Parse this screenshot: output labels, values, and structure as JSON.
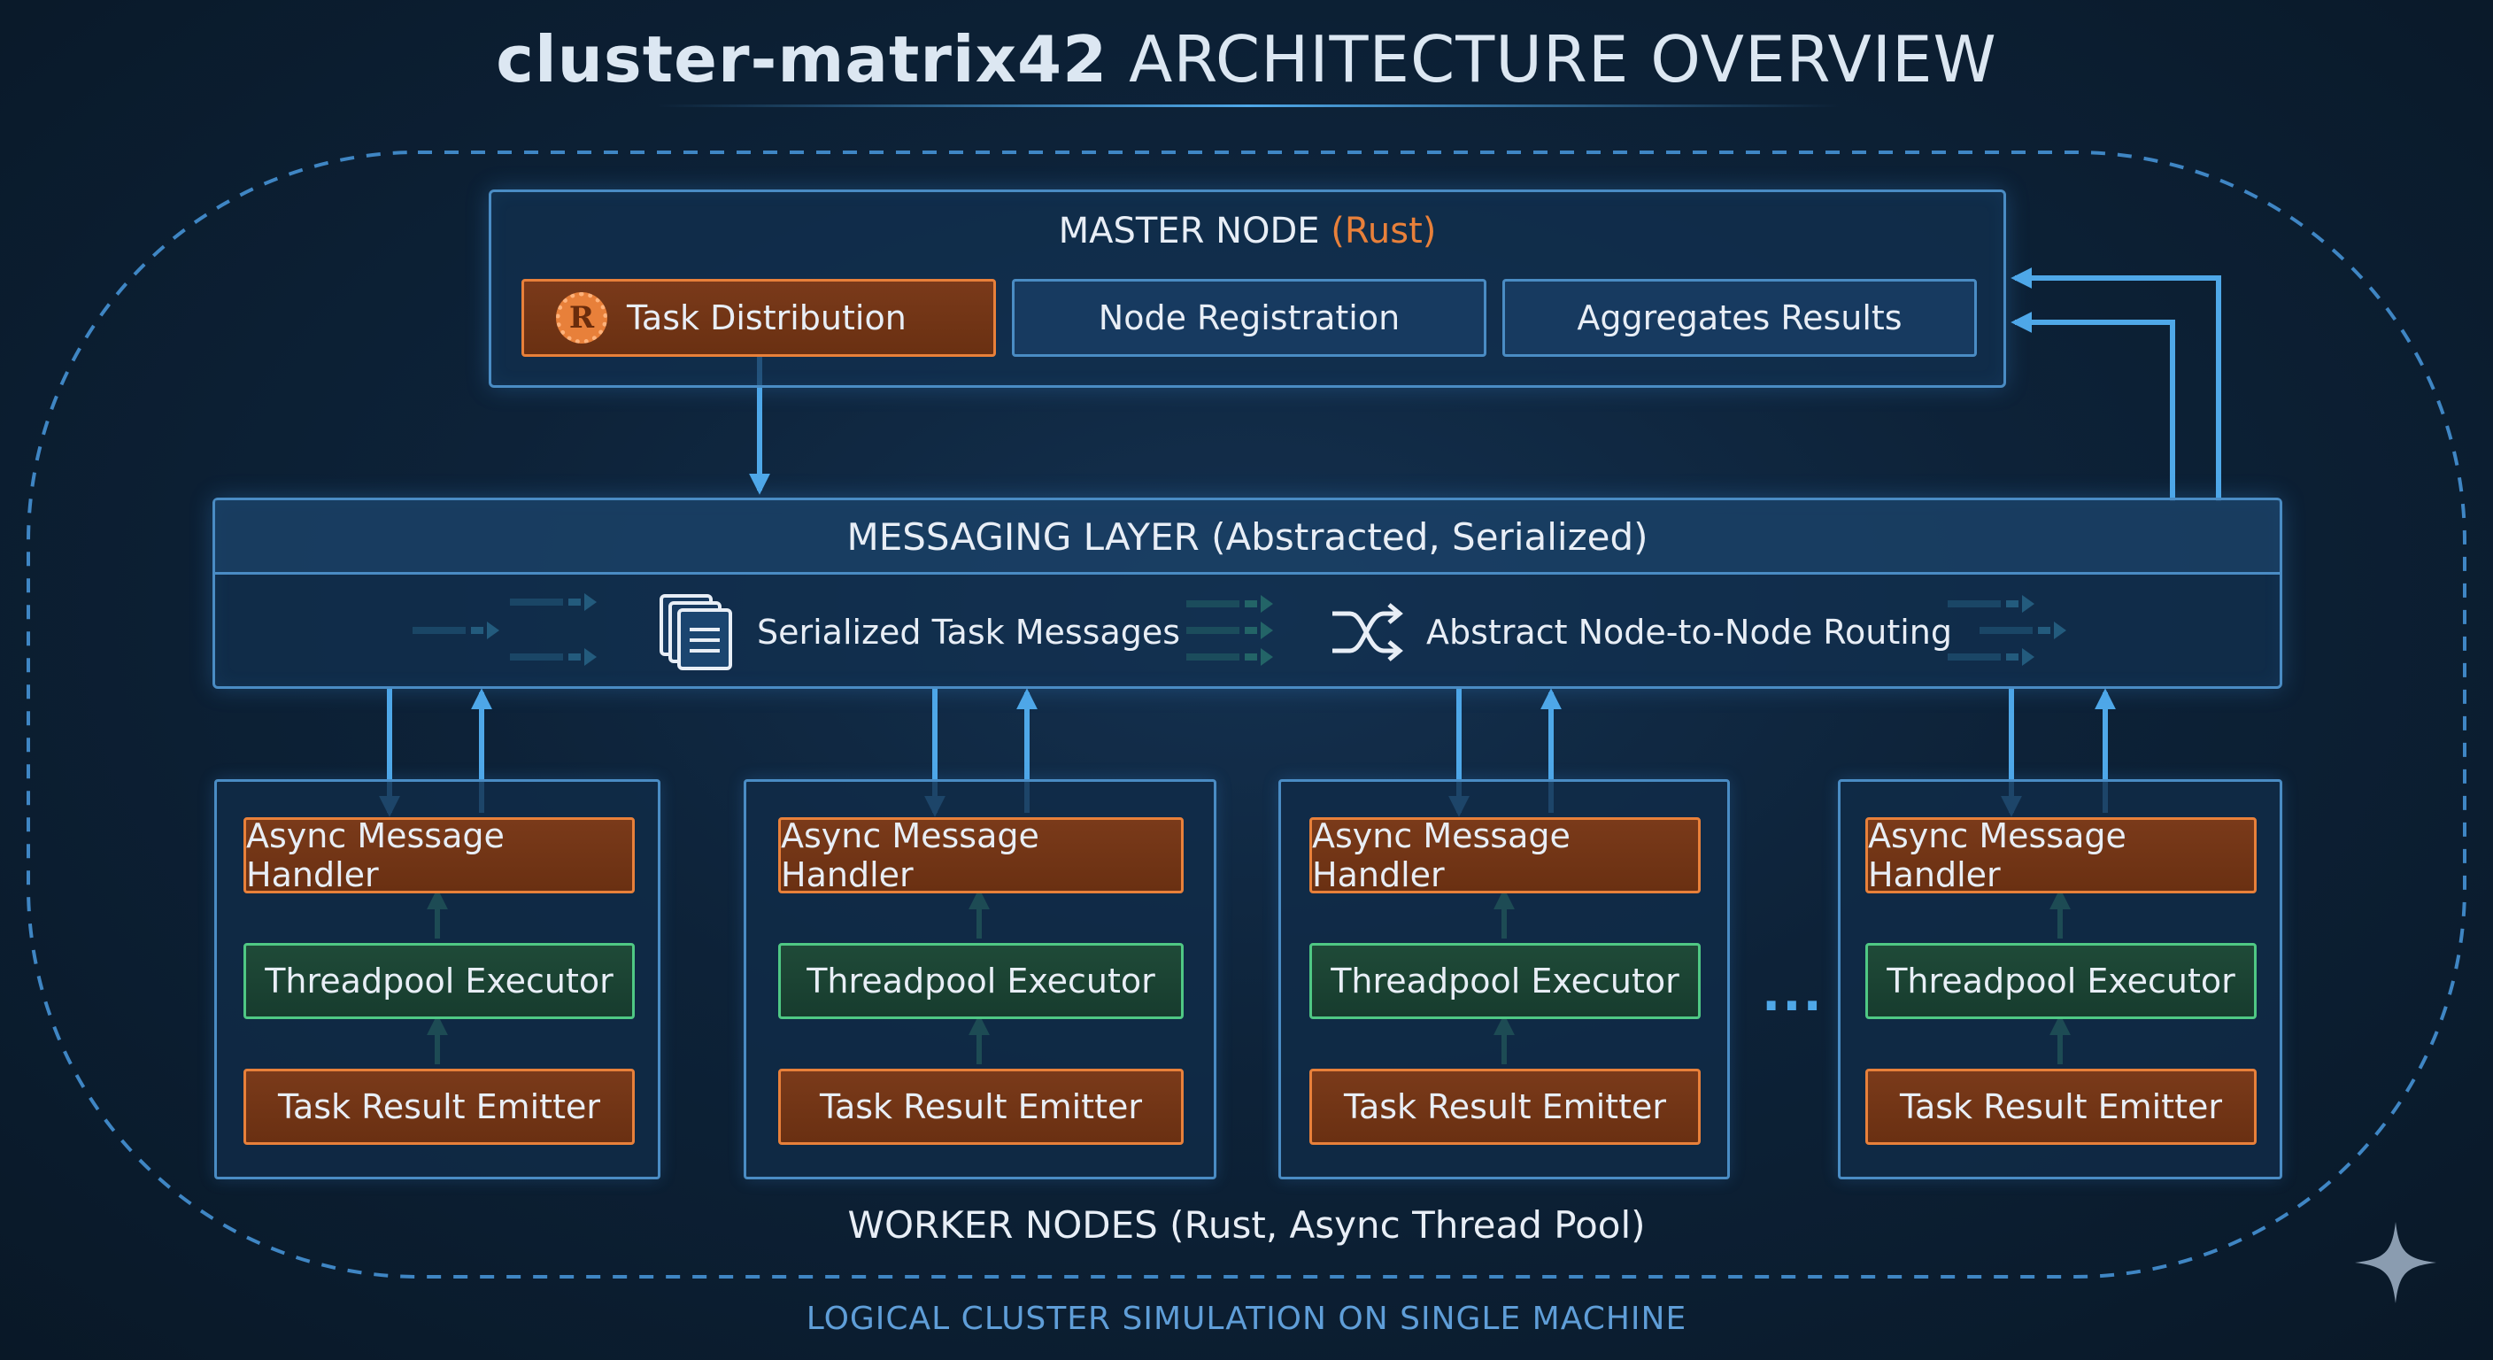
{
  "title": {
    "bold": "cluster-matrix42",
    "rest": "ARCHITECTURE OVERVIEW"
  },
  "master": {
    "title": "MASTER NODE",
    "title_accent": "(Rust)",
    "buttons": [
      "Task Distribution",
      "Node Registration",
      "Aggregates Results"
    ]
  },
  "messaging": {
    "title": "MESSAGING LAYER (Abstracted, Serialized)",
    "item1": "Serialized Task Messages",
    "item2": "Abstract Node-to-Node Routing"
  },
  "workers": [
    {
      "handler": "Async Message Handler",
      "executor": "Threadpool Executor",
      "emitter": "Task Result Emitter"
    },
    {
      "handler": "Async Message Handler",
      "executor": "Threadpool Executor",
      "emitter": "Task Result Emitter"
    },
    {
      "handler": "Async Message Handler",
      "executor": "Threadpool Executor",
      "emitter": "Task Result Emitter"
    },
    {
      "handler": "Async Message Handler",
      "executor": "Threadpool Executor",
      "emitter": "Task Result Emitter"
    }
  ],
  "ellipsis": "...",
  "worker_nodes_label": "WORKER NODES (Rust, Async Thread Pool)",
  "footer": "LOGICAL CLUSTER SIMULATION ON SINGLE MACHINE",
  "colors": {
    "accent_blue": "#4fa8e8",
    "rust_orange": "#e8803a",
    "green": "#4fc884",
    "background": "#0d2238"
  },
  "icons": [
    "rust-logo-icon",
    "document-stack-icon",
    "shuffle-icon",
    "sparkle-icon"
  ]
}
